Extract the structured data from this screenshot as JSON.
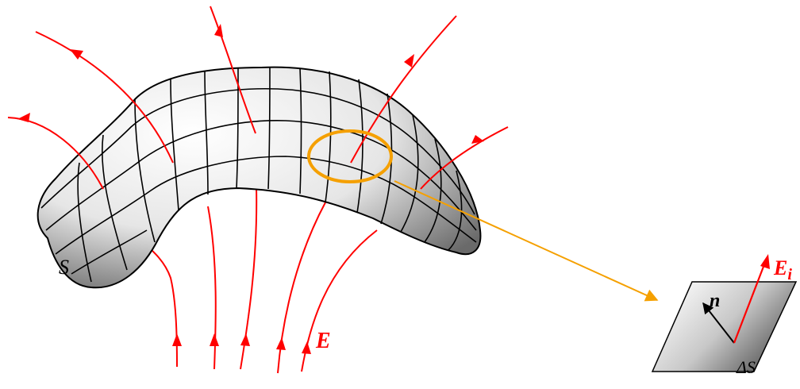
{
  "labels": {
    "surface": "S",
    "field": "E",
    "field_local": "E",
    "field_local_sub": "i",
    "normal": "n",
    "area_element": "ΔS"
  },
  "colors": {
    "field_line": "#ff0000",
    "highlight_ring": "#f5a000",
    "pointer_arrow": "#f5a000",
    "mesh_line": "#000000",
    "normal_vector": "#000000"
  }
}
